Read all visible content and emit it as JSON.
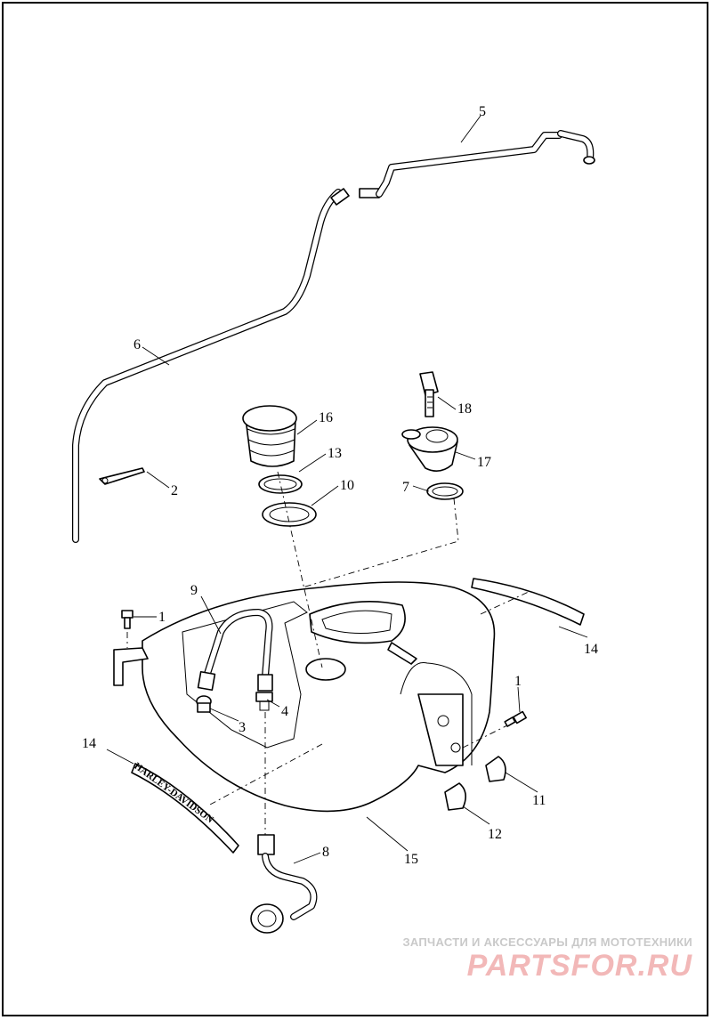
{
  "diagram": {
    "callouts": [
      {
        "id": "c5",
        "text": "5"
      },
      {
        "id": "c6",
        "text": "6"
      },
      {
        "id": "c2",
        "text": "2"
      },
      {
        "id": "c16",
        "text": "16"
      },
      {
        "id": "c13",
        "text": "13"
      },
      {
        "id": "c10",
        "text": "10"
      },
      {
        "id": "c18",
        "text": "18"
      },
      {
        "id": "c17",
        "text": "17"
      },
      {
        "id": "c7",
        "text": "7"
      },
      {
        "id": "c9",
        "text": "9"
      },
      {
        "id": "c1a",
        "text": "1"
      },
      {
        "id": "c14a",
        "text": "14"
      },
      {
        "id": "c1b",
        "text": "1"
      },
      {
        "id": "c4",
        "text": "4"
      },
      {
        "id": "c3",
        "text": "3"
      },
      {
        "id": "c14b",
        "text": "14"
      },
      {
        "id": "c11",
        "text": "11"
      },
      {
        "id": "c12",
        "text": "12"
      },
      {
        "id": "c8",
        "text": "8"
      },
      {
        "id": "c15",
        "text": "15"
      }
    ],
    "emblem_text": "HARLEY-DAVIDSON"
  },
  "watermark": {
    "caption": "ЗАПЧАСТИ И АКСЕССУАРЫ ДЛЯ МОТОТЕХНИКИ",
    "logo": "PARTSFOR.RU"
  }
}
